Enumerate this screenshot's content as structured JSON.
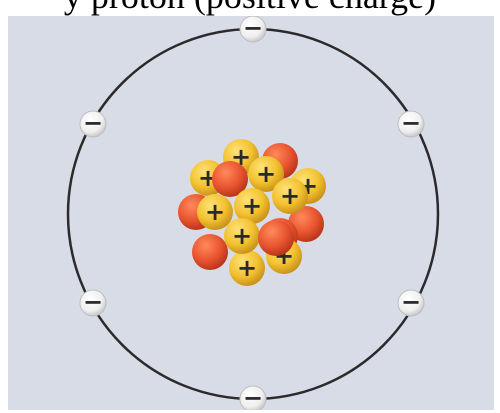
{
  "caption": "y proton (positive charge)",
  "diagram": {
    "electron_count": 6,
    "proton_count": 11,
    "neutron_count": 7,
    "electron_symbol": "−",
    "proton_symbol": "+",
    "colors": {
      "background": "#d8dce6",
      "orbit": "#2b2b2b",
      "electron_fill": "#f7f7f7",
      "proton_fill": "#f2c12e",
      "neutron_fill": "#e8542f",
      "symbol": "#2a2a2a"
    }
  }
}
